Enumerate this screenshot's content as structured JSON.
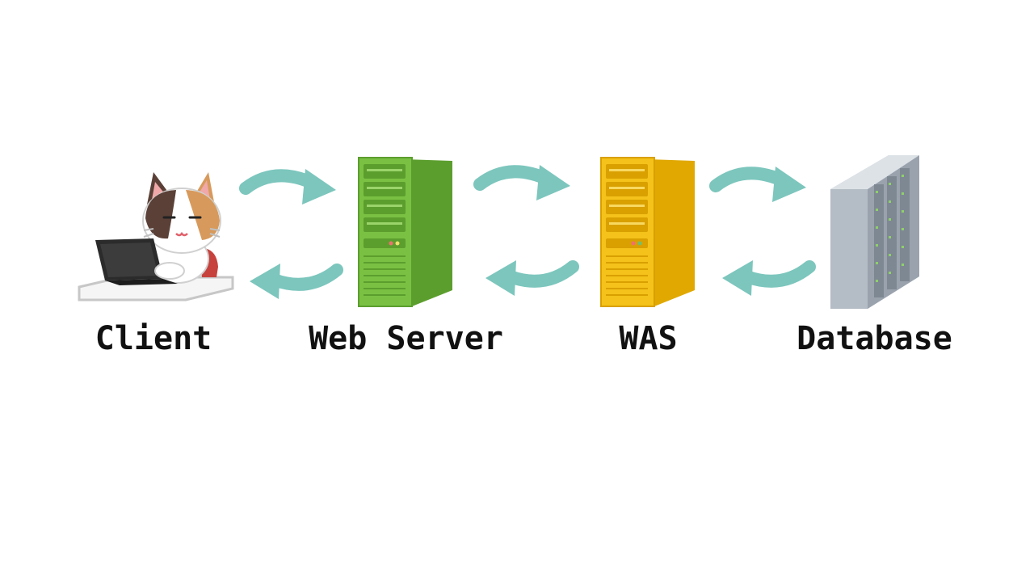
{
  "nodes": [
    {
      "id": "client",
      "label": "Client",
      "icon": "cat-laptop-icon"
    },
    {
      "id": "web_server",
      "label": "Web Server",
      "icon": "server-tower-icon",
      "color": "#6db33f"
    },
    {
      "id": "was",
      "label": "WAS",
      "icon": "server-tower-icon",
      "color": "#f4b800"
    },
    {
      "id": "database",
      "label": "Database",
      "icon": "server-rack-icon",
      "color": "#b9c2cc"
    }
  ],
  "arrows": [
    {
      "from": "client",
      "to": "web_server",
      "direction": "forward"
    },
    {
      "from": "web_server",
      "to": "client",
      "direction": "back"
    },
    {
      "from": "web_server",
      "to": "was",
      "direction": "forward"
    },
    {
      "from": "was",
      "to": "web_server",
      "direction": "back"
    },
    {
      "from": "was",
      "to": "database",
      "direction": "forward"
    },
    {
      "from": "database",
      "to": "was",
      "direction": "back"
    }
  ],
  "colors": {
    "arrow": "#7cc6bd",
    "background": "#ffffff",
    "text": "#111111"
  }
}
